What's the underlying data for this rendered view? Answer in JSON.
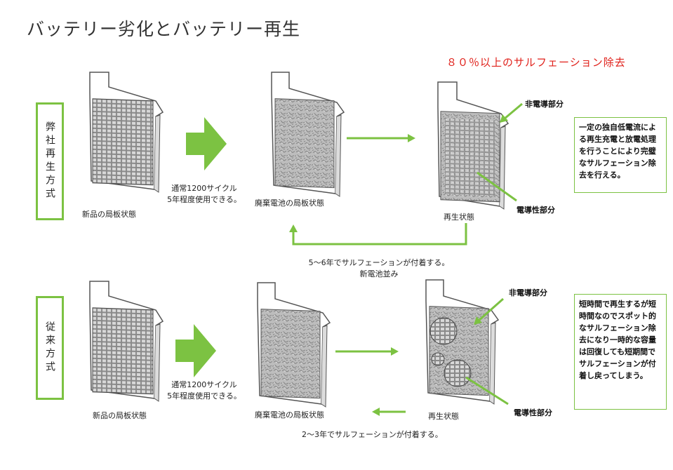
{
  "title": "バッテリー劣化とバッテリー再生",
  "headline": "８０％以上のサルフェーション除去",
  "rows": {
    "ours": {
      "label": "弊社再生方式",
      "new_caption": "新品の局板状態",
      "usage_caption_1": "通常1200サイクル",
      "usage_caption_2": "5年程度使用できる。",
      "waste_caption": "廃棄電池の局板状態",
      "regen_caption": "再生状態",
      "nonconductive_label": "非電導部分",
      "conductive_label": "電導性部分",
      "return_caption_1": "5～6年でサルフェーションが付着する。",
      "return_caption_2": "新電池並み",
      "note": "一定の独自低電流による再生充電と放電処理を行うことにより完璧なサルフェーション除去を行える。"
    },
    "conventional": {
      "label": "従来方式",
      "new_caption": "新品の局板状態",
      "usage_caption_1": "通常1200サイクル",
      "usage_caption_2": "5年程度使用できる。",
      "waste_caption": "廃棄電池の局板状態",
      "regen_caption": "再生状態",
      "nonconductive_label": "非電導部分",
      "conductive_label": "電導性部分",
      "return_caption_1": "2～3年でサルフェーションが付着する。",
      "note": "短時間で再生するが短時間なのでスポット的なサルフェーション除去になり一時的な容量は回復しても短期間でサルフェーションが付着し戻ってしまう。"
    }
  },
  "colors": {
    "accent_green": "#7cc242",
    "headline_red": "#e0201a"
  }
}
